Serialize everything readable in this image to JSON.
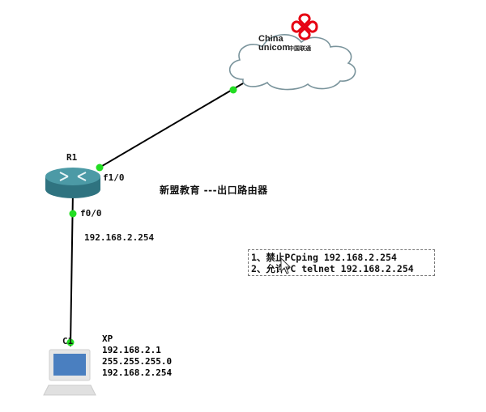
{
  "diagram": {
    "type": "network-topology",
    "title": "新盟教育 ---出口路由器",
    "nodes": {
      "cloud": {
        "name": "China Unicom cloud",
        "logo_line1": "China",
        "logo_line2": "unicom",
        "logo_cn": "中国联通"
      },
      "router": {
        "name": "R1",
        "interfaces": {
          "uplink": "f1/0",
          "downlink": "f0/0"
        },
        "downlink_ip": "192.168.2.254"
      },
      "pc": {
        "name": "C1",
        "os": "XP",
        "ip": "192.168.2.1",
        "mask": "255.255.255.0",
        "gateway": "192.168.2.254"
      }
    },
    "links": [
      {
        "from": "R1 f1/0",
        "to": "cloud",
        "status": "up"
      },
      {
        "from": "R1 f0/0",
        "to": "C1",
        "status": "up"
      }
    ],
    "note": {
      "lines": [
        "1、禁止PCping 192.168.2.254",
        "2、允许PC telnet 192.168.2.254"
      ]
    },
    "colors": {
      "link": "#000000",
      "link_up_dot": "#22dd22",
      "router_body": "#3f8e9a",
      "cloud_stroke": "#7a949c",
      "unicom_red": "#e60012",
      "note_border": "#777777"
    }
  }
}
